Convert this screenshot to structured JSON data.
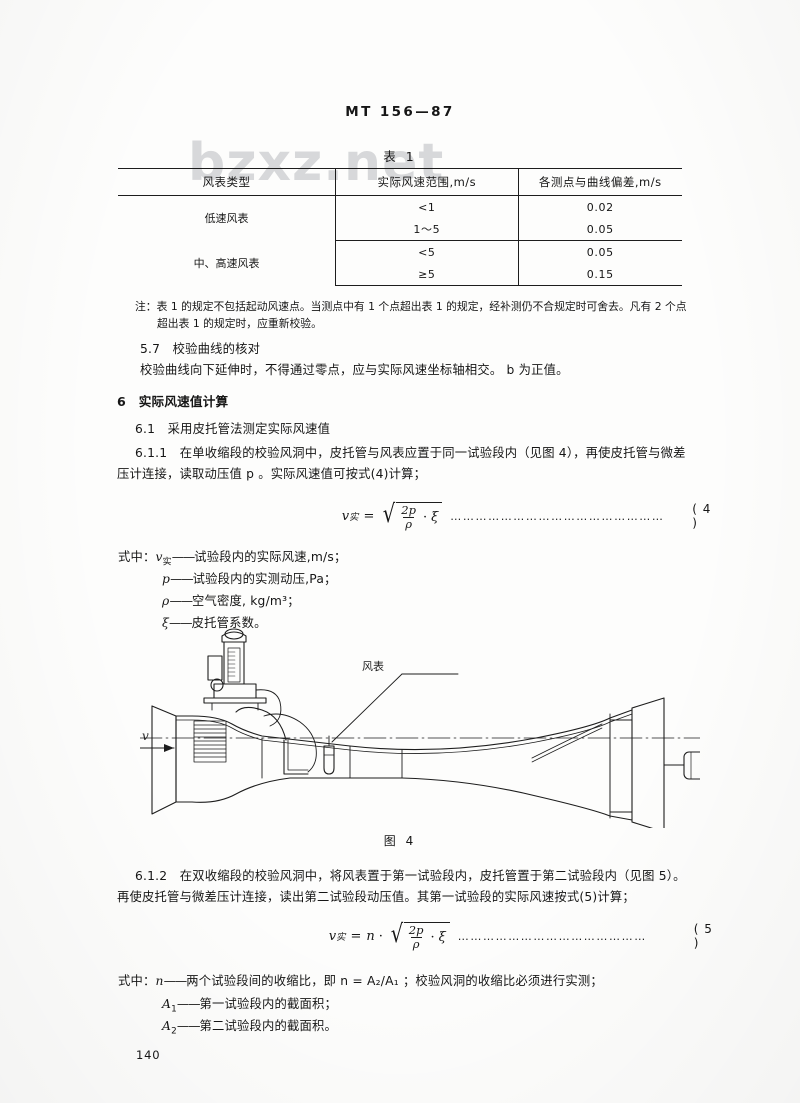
{
  "header": {
    "standard_code": "MT 156—87"
  },
  "table": {
    "title": "表 1",
    "columns": [
      "风表类型",
      "实际风速范围,m/s",
      "各测点与曲线偏差,m/s"
    ],
    "rows": [
      {
        "type": "低速风表",
        "ranges": [
          "<1",
          "1～5"
        ],
        "deviations": [
          "0.02",
          "0.05"
        ]
      },
      {
        "type": "中、高速风表",
        "ranges": [
          "<5",
          "≥5"
        ],
        "deviations": [
          "0.05",
          "0.15"
        ]
      }
    ]
  },
  "note": {
    "line1": "注：表 1 的规定不包括起动风速点。当测点中有 1 个点超出表 1 的规定，经补测仍不合规定时可舍去。凡有 2 个点",
    "line2": "超出表 1 的规定时，应重新校验。"
  },
  "sections": {
    "s57_heading": "5.7　校验曲线的核对",
    "s57_text": "校验曲线向下延伸时，不得通过零点，应与实际风速坐标轴相交。 b 为正值。",
    "s6_heading": "6　实际风速值计算",
    "s61_heading": "6.1　采用皮托管法测定实际风速值",
    "s611_line1": "6.1.1　在单收缩段的校验风洞中，皮托管与风表应置于同一试验段内（见图 4），再使皮托管与微差",
    "s611_line2": "压计连接，读取动压值 p 。实际风速值可按式(4)计算；",
    "s612_line1": "6.1.2　在双收缩段的校验风洞中，将风表置于第一试验段内，皮托管置于第二试验段内（见图 5）。",
    "s612_line2": "再使皮托管与微差压计连接，读出第二试验段动压值。其第一试验段的实际风速按式(5)计算；"
  },
  "formula4": {
    "lhs_var": "v",
    "lhs_sub": "实",
    "equals": "=",
    "numerator": "2p",
    "denominator": "ρ",
    "dot": "·",
    "coef": "ξ",
    "leader": "……………………………………………",
    "number": "( 4 )"
  },
  "formula5": {
    "lhs_var": "v",
    "lhs_sub": "实",
    "equals": "=",
    "multiplier": "n",
    "dot1": "·",
    "numerator": "2p",
    "denominator": "ρ",
    "dot2": "·",
    "coef": "ξ",
    "leader": "………………………………………",
    "number": "( 5 )"
  },
  "where_block_1": {
    "intro": "式中：",
    "items": [
      {
        "symbol": "v",
        "sub": "实",
        "dash": "——",
        "desc": "试验段内的实际风速,m/s；"
      },
      {
        "symbol": "p",
        "sub": "",
        "dash": "——",
        "desc": "试验段内的实测动压,Pa；"
      },
      {
        "symbol": "ρ",
        "sub": "",
        "dash": "——",
        "desc": "空气密度, kg/m³；"
      },
      {
        "symbol": "ξ",
        "sub": "",
        "dash": "——",
        "desc": "皮托管系数。"
      }
    ]
  },
  "where_block_2": {
    "intro": "式中：",
    "items": [
      {
        "symbol": "n",
        "sub": "",
        "dash": "——",
        "desc": "两个试验段间的收缩比，即 n = A₂/A₁ ；校验风洞的收缩比必须进行实测；"
      },
      {
        "symbol": "A",
        "sub": "1",
        "dash": "——",
        "desc": "第一试验段内的截面积；"
      },
      {
        "symbol": "A",
        "sub": "2",
        "dash": "——",
        "desc": "第二试验段内的截面积。"
      }
    ]
  },
  "figure": {
    "caption": "图 4",
    "label_anemometer": "风表",
    "label_velocity": "v"
  },
  "footer": {
    "page_number": "140"
  },
  "watermark": {
    "text": "bzxz.net"
  }
}
